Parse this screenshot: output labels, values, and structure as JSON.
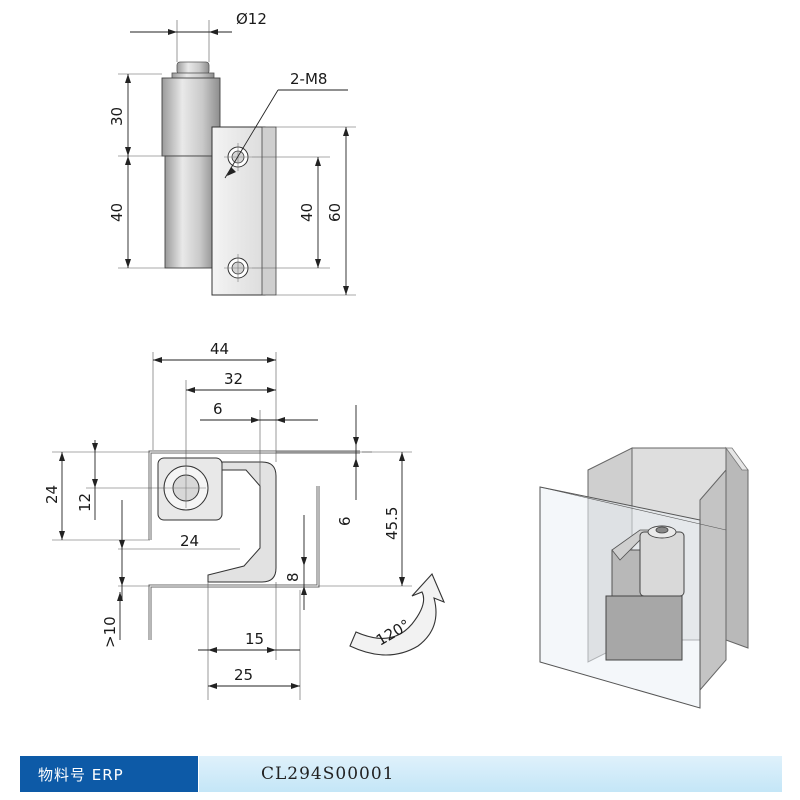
{
  "top_view": {
    "diameter_label": "Ø12",
    "thread_label": "2-M8",
    "dim_30": "30",
    "dim_40_left": "40",
    "dim_40_right": "40",
    "dim_60": "60"
  },
  "side_view": {
    "dim_44": "44",
    "dim_32": "32",
    "dim_6_top": "6",
    "dim_24_left": "24",
    "dim_12": "12",
    "dim_24_inner": "24",
    "dim_6_right": "6",
    "dim_45_5": "45.5",
    "dim_8": "8",
    "dim_gt10": ">10",
    "dim_15": "15",
    "dim_25": "25",
    "rotation_label": "120°"
  },
  "footer": {
    "erp_label": "物料号 ERP",
    "erp_value": "CL294S00001"
  },
  "colors": {
    "label_bg": "#0d5aa7",
    "value_bg": "#d2ecf9"
  }
}
